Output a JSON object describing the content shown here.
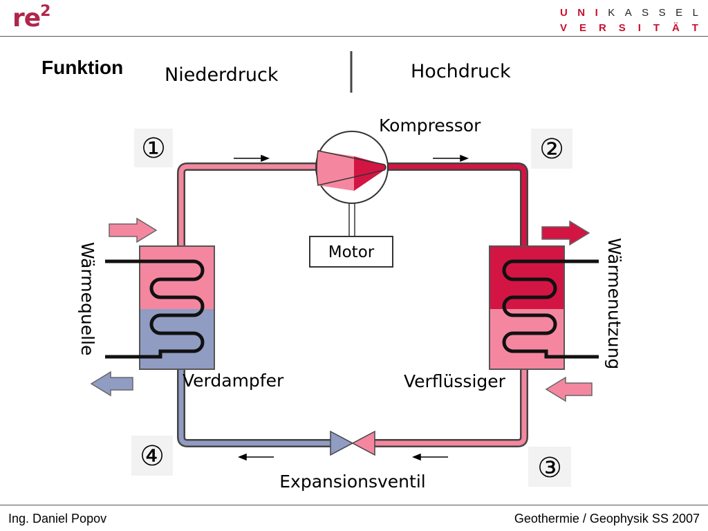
{
  "header": {
    "logo_text": "re",
    "logo_sup": "2",
    "university_row1": [
      "U",
      "N",
      "I",
      "K",
      "A",
      "S",
      "S",
      "E",
      "L"
    ],
    "university_row2": [
      "V",
      "E",
      "R",
      "S",
      "I",
      "T",
      "Ä",
      "T"
    ]
  },
  "slide": {
    "title": "Funktion"
  },
  "diagram": {
    "low_pressure": "Niederdruck",
    "high_pressure": "Hochdruck",
    "compressor": "Kompressor",
    "motor": "Motor",
    "evaporator": "Verdampfer",
    "condenser": "Verflüssiger",
    "expansion_valve": "Expansionsventil",
    "heat_source": "Wärmequelle",
    "heat_use": "Wärmenutzung",
    "points": [
      "①",
      "②",
      "③",
      "④"
    ],
    "colors": {
      "light_pink": "#f4879f",
      "red": "#d31543",
      "blue": "#909cc2"
    }
  },
  "footer": {
    "author": "Ing. Daniel Popov",
    "course": "Geothermie / Geophysik  SS 2007"
  }
}
